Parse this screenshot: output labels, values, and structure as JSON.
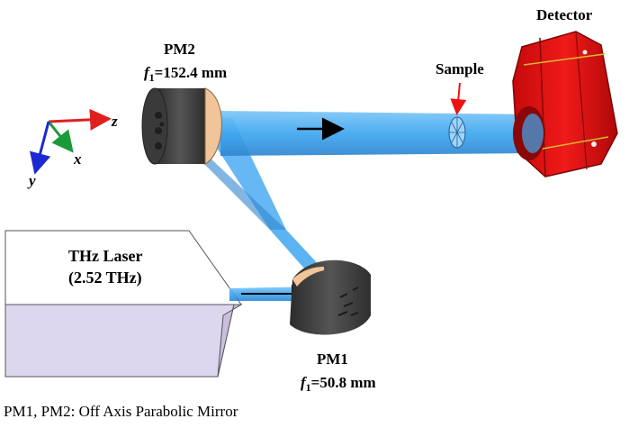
{
  "labels": {
    "detector": "Detector",
    "sample": "Sample",
    "pm2_name": "PM2",
    "pm2_f_var": "f",
    "pm2_f_sub": "1",
    "pm2_f_value": "=152.4 mm",
    "pm1_name": "PM1",
    "pm1_f_var": "f",
    "pm1_f_sub": "1",
    "pm1_f_value": "=50.8 mm",
    "laser_name": "THz Laser",
    "laser_freq": "(2.52 THz)",
    "caption": "PM1, PM2: Off Axis Parabolic Mirror"
  },
  "axes": {
    "z": "z",
    "x": "x",
    "y": "y"
  },
  "colors": {
    "beam": "#3ea6f0",
    "beam_dark": "#2f86cf",
    "mirror": "#3b3b3b",
    "mirror_face": "#f2c49a",
    "detector": "#e01010",
    "detector_dark": "#a30808",
    "laser_body": "#ffffff",
    "laser_face": "#ddd6ef",
    "axis_z": "#e02020",
    "axis_x": "#1a9a3a",
    "axis_y": "#1a2ad0",
    "sample_arrow": "#ee1111"
  }
}
